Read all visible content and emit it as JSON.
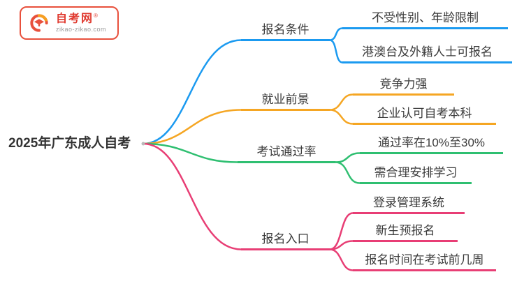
{
  "logo": {
    "name": "自考网",
    "reg_mark": "®",
    "domain": "zikao-zikao.com",
    "icon": "graduation-cap-swirl-icon",
    "border_color": "#e8503c",
    "text_color": "#e03a2f",
    "icon_orange": "#f6a021"
  },
  "root": {
    "label": "2025年广东成人自考"
  },
  "branches": [
    {
      "label": "报名条件",
      "color": "#1b9af0",
      "leaves": [
        "不受性别、年龄限制",
        "港澳台及外籍人士可报名"
      ]
    },
    {
      "label": "就业前景",
      "color": "#f5a623",
      "leaves": [
        "竞争力强",
        "企业认可自考本科"
      ]
    },
    {
      "label": "考试通过率",
      "color": "#2fbf71",
      "leaves": [
        "通过率在10%至30%",
        "需合理安排学习"
      ]
    },
    {
      "label": "报名入口",
      "color": "#e83e75",
      "leaves": [
        "登录管理系统",
        "新生预报名",
        "报名时间在考试前几周"
      ]
    }
  ],
  "text_color": "#3b3b3b",
  "background": "#ffffff"
}
